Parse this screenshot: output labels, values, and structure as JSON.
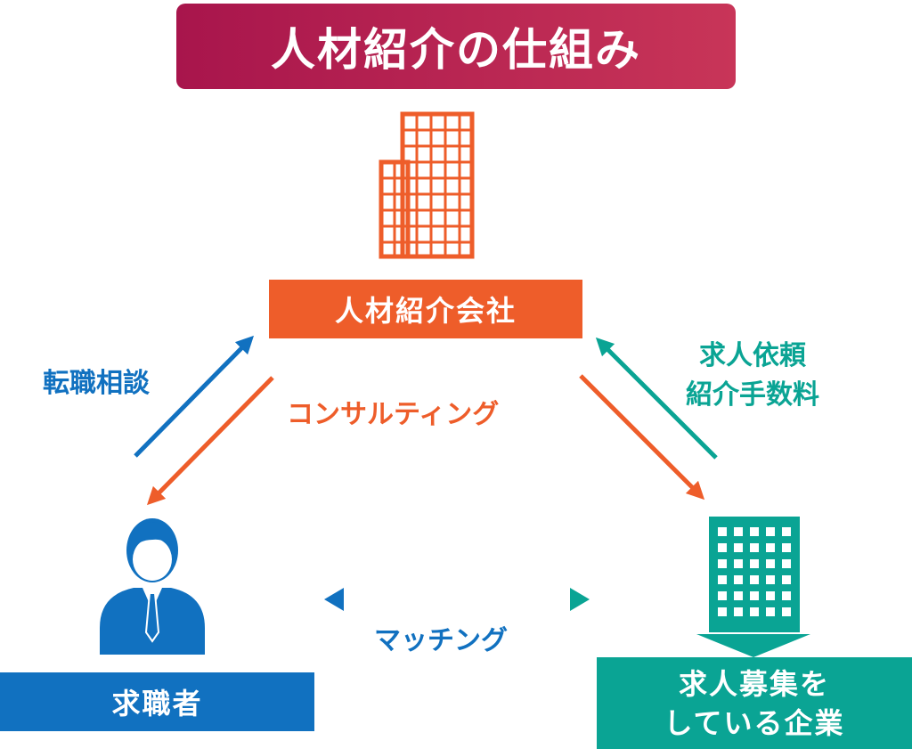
{
  "title": "人材紹介の仕組み",
  "nodes": {
    "agency": {
      "label": "人材紹介会社",
      "icon": "office-building-icon",
      "color": "#ee5d2a"
    },
    "seeker": {
      "label": "求職者",
      "icon": "businessman-icon",
      "color": "#1171c0"
    },
    "company": {
      "label_line1": "求人募集を",
      "label_line2": "している企業",
      "icon": "company-building-icon",
      "color": "#0aa494"
    }
  },
  "edges": {
    "career_consult": "転職相談",
    "consulting": "コンサルティング",
    "job_request_line1": "求人依頼",
    "job_request_line2": "紹介手数料",
    "matching": "マッチング"
  },
  "colors": {
    "title_start": "#a8154c",
    "title_end": "#c83558",
    "orange": "#ee5d2a",
    "blue": "#1171c0",
    "teal": "#0aa494"
  }
}
